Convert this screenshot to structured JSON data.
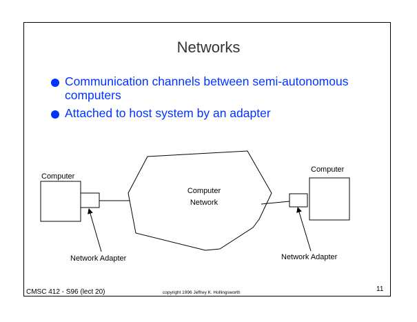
{
  "slide": {
    "title": "Networks",
    "bullets": [
      {
        "text": "Communication channels between semi-autonomous computers"
      },
      {
        "text": "Attached to host system by an adapter"
      }
    ]
  },
  "diagram": {
    "left_computer_label": "Computer",
    "right_computer_label": "Computer",
    "network_label_line1": "Computer",
    "network_label_line2": "Network",
    "left_adapter_label": "Network Adapter",
    "right_adapter_label": "Network Adapter"
  },
  "footer": {
    "course": "CMSC 412 - S96 (lect 20)",
    "copyright": "copyright 1996 Jeffrey K. Hollingsworth",
    "page_number": "11"
  },
  "colors": {
    "bullet_text": "#0033ff",
    "title_text": "#333333",
    "line": "#000000"
  }
}
